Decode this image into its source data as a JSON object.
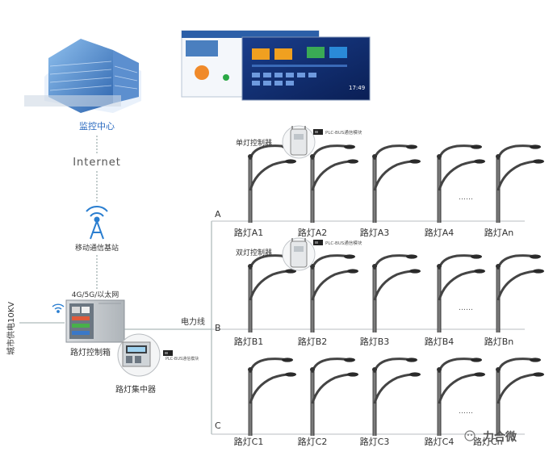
{
  "monitoring_center": {
    "label": "监控中心",
    "dashboard_time": "17:49",
    "colors": {
      "building": "#3a73b8",
      "screen_bg": "#0c2a6b",
      "tile_orange": "#f0a020",
      "tile_green": "#3aaa55",
      "tile_blue": "#2a8ad8"
    }
  },
  "network": {
    "internet_label": "Internet",
    "base_station_label": "移动通信基站",
    "uplink_label": "4G/5G/以太网"
  },
  "power": {
    "supply_label": "城市供电10KV",
    "line_label": "电力线"
  },
  "cabinet": {
    "label": "路灯控制箱",
    "concentrator_label": "路灯集中器",
    "plc_module_label": "PLC-BUS通信模块"
  },
  "controllers": {
    "single_label": "单灯控制器",
    "double_label": "双灯控制器",
    "plc_label_a": "PLC-BUS通信模块",
    "plc_label_b": "PLC-BUS通信模块"
  },
  "branches": [
    {
      "letter": "A",
      "lights": [
        "路灯A1",
        "路灯A2",
        "路灯A3",
        "路灯A4",
        "路灯An"
      ]
    },
    {
      "letter": "B",
      "lights": [
        "路灯B1",
        "路灯B2",
        "路灯B3",
        "路灯B4",
        "路灯Bn"
      ]
    },
    {
      "letter": "C",
      "lights": [
        "路灯C1",
        "路灯C2",
        "路灯C3",
        "路灯C4",
        "路灯Cn"
      ]
    }
  ],
  "ellipsis": "……",
  "watermark": "力合微"
}
